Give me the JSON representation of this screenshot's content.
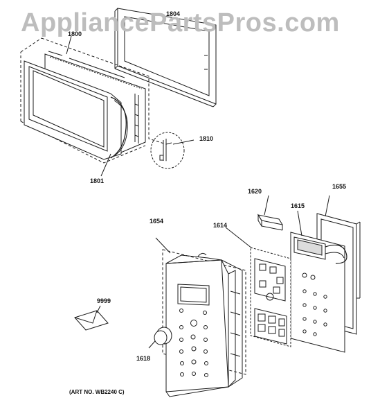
{
  "watermark": "AppliancePartsPros.com",
  "callouts": {
    "c1800": "1800",
    "c1804": "1804",
    "c1810": "1810",
    "c1801": "1801",
    "c1620": "1620",
    "c1655": "1655",
    "c1615": "1615",
    "c1654": "1654",
    "c1614": "1614",
    "c9999": "9999",
    "c1618": "1618"
  },
  "art_number": "(ART NO. WB2240 C)",
  "colors": {
    "line": "#1a1a1a",
    "watermark": "#bdbdbd",
    "background": "#ffffff"
  }
}
